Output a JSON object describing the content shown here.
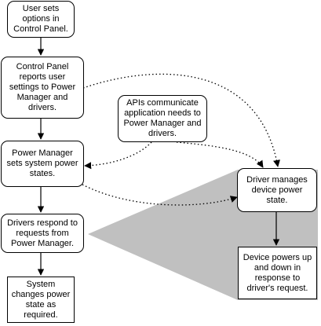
{
  "diagram": {
    "nodes": {
      "user_sets": "User sets options in Control Panel.",
      "control_panel": "Control Panel reports user settings to Power Manager and drivers.",
      "apis": "APIs communicate application needs to Power Manager and drivers.",
      "power_manager": "Power Manager sets system power states.",
      "driver_manages": "Driver manages device power state.",
      "drivers_respond": "Drivers respond  to requests from Power Manager.",
      "device_powers": "Device powers up and down in response to driver's request.",
      "system_changes": "System changes power state as required."
    },
    "edges": [
      {
        "from": "user_sets",
        "to": "control_panel",
        "style": "solid"
      },
      {
        "from": "control_panel",
        "to": "power_manager",
        "style": "solid"
      },
      {
        "from": "control_panel",
        "to": "driver_manages",
        "style": "dotted"
      },
      {
        "from": "apis",
        "to": "power_manager",
        "style": "dotted"
      },
      {
        "from": "apis",
        "to": "driver_manages",
        "style": "dotted"
      },
      {
        "from": "power_manager",
        "to": "drivers_respond",
        "style": "solid"
      },
      {
        "from": "power_manager",
        "to": "driver_manages",
        "style": "dotted"
      },
      {
        "from": "drivers_respond",
        "to": "system_changes",
        "style": "solid"
      },
      {
        "from": "driver_manages",
        "to": "device_powers",
        "style": "solid"
      }
    ],
    "colors": {
      "line": "#000000",
      "callout_fill": "#c0c0c0",
      "box_fill": "#ffffff"
    }
  }
}
